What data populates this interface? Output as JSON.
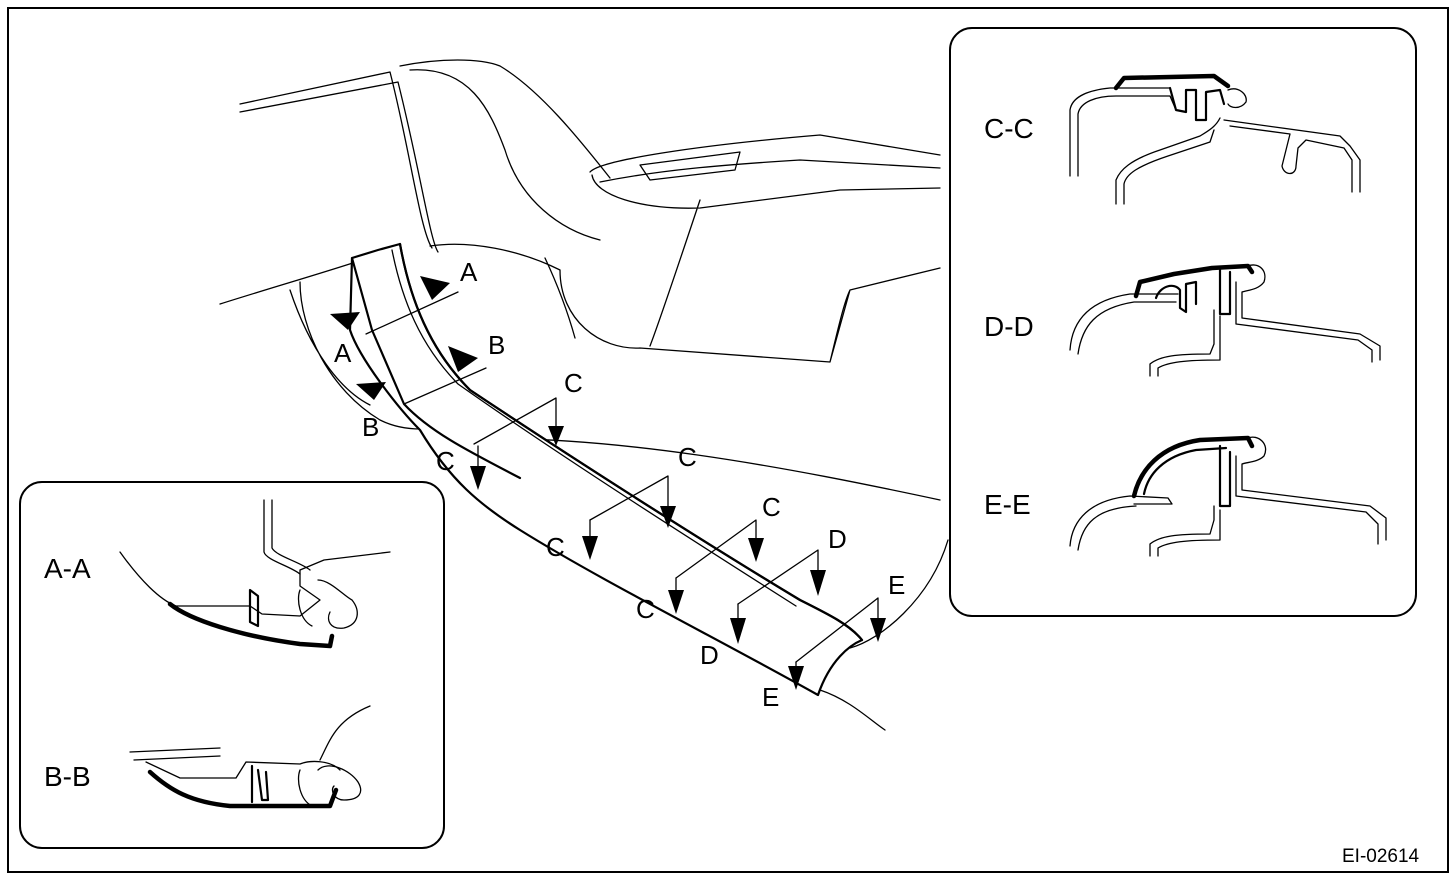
{
  "diagram": {
    "section_labels": {
      "a": "A",
      "b": "B",
      "c": "C",
      "d": "D",
      "e": "E"
    },
    "insets": {
      "aa": "A-A",
      "bb": "B-B",
      "cc": "C-C",
      "dd": "D-D",
      "ee": "E-E"
    },
    "figure_code": "EI-02614"
  }
}
